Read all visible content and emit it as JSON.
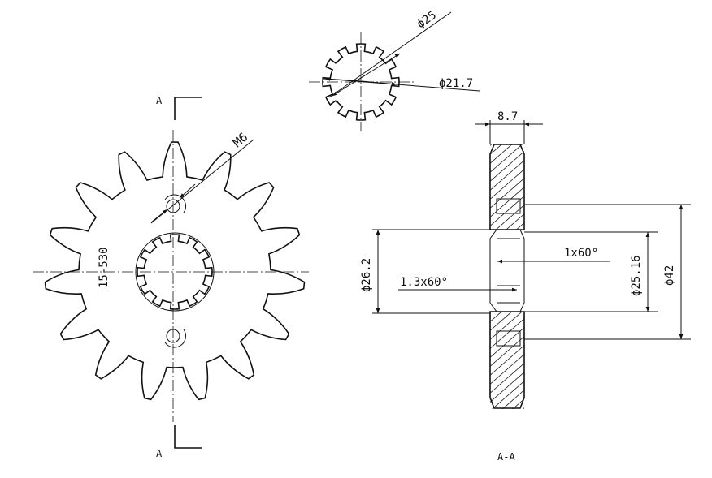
{
  "drawing": {
    "section_marker": "A",
    "section_view_label": "A-A",
    "part_number": "15-530",
    "dims": {
      "bolt_thread": "M6",
      "spline_outer": "ϕ25",
      "spline_inner": "ϕ21.7",
      "width": "8.7",
      "chamfer_outer": "1x60°",
      "chamfer_inner": "1.3x60°",
      "bore_outer": "ϕ26.2",
      "bore_inner": "ϕ25.16",
      "hub_dia": "ϕ42"
    },
    "teeth_count": 15,
    "spline_count": 12
  }
}
